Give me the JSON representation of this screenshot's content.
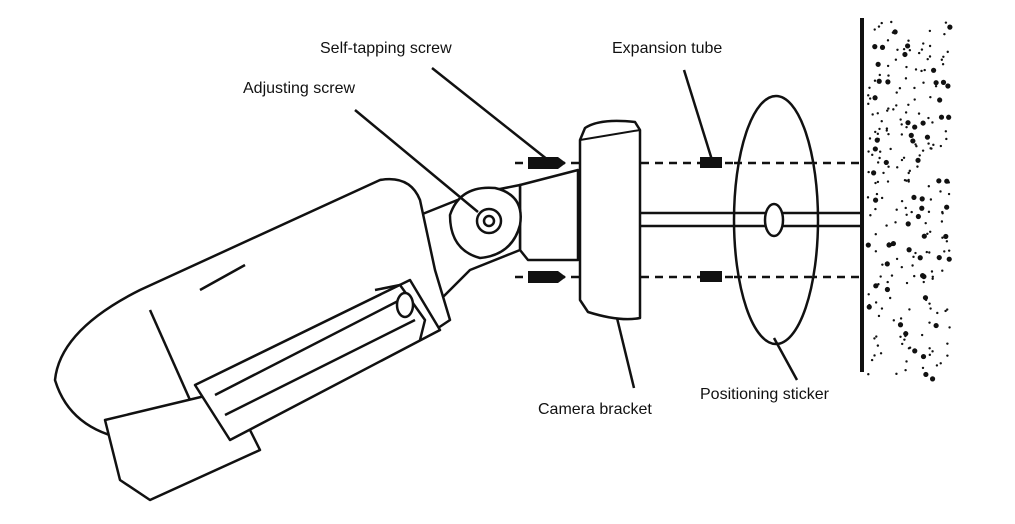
{
  "labels": {
    "self_tapping_screw": "Self-tapping screw",
    "adjusting_screw": "Adjusting screw",
    "expansion_tube": "Expansion tube",
    "camera_bracket": "Camera bracket",
    "positioning_sticker": "Positioning sticker"
  }
}
